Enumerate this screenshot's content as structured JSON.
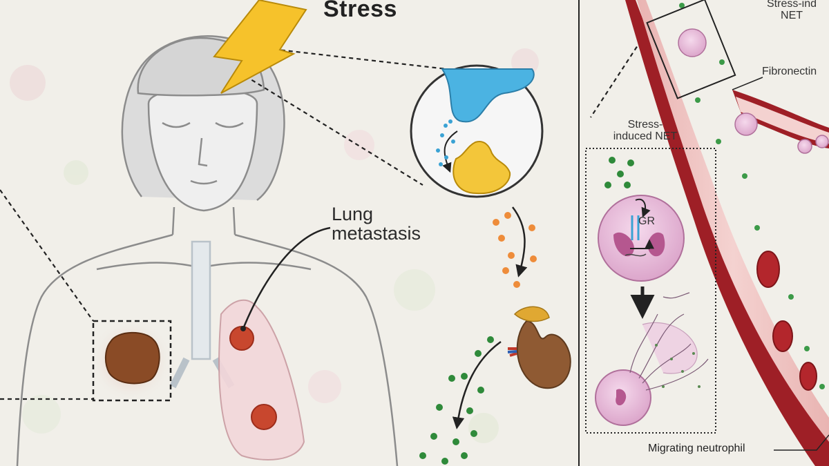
{
  "labels": {
    "stress": "Stress",
    "lung_metastasis": [
      "Lung",
      "metastasis"
    ],
    "stress_induced_net_right": [
      "Stress-ind",
      "NET"
    ],
    "fibronectin": "Fibronectin",
    "stress_induced_net_box": [
      "Stress-",
      "induced NET"
    ],
    "gr": "GR",
    "migrating_neutrophil": "Migrating neutrophil"
  },
  "colors": {
    "background": "#f1efe9",
    "outline": "#8c8c8c",
    "vessel_wall": "#9e1f26",
    "vessel_lumen": "#efc7c5",
    "neuron_blue": "#4bb3e2",
    "neuron_yellow": "#f3c63a",
    "bolt": "#f6c22b",
    "tumor": "#8a4b26",
    "metastasis": "#c8472e",
    "neutrophil": "#e7b8d8",
    "hormone_green": "#2f8a3a",
    "hormone_orange": "#ee8c3a",
    "kidney": "#8f5a33"
  }
}
